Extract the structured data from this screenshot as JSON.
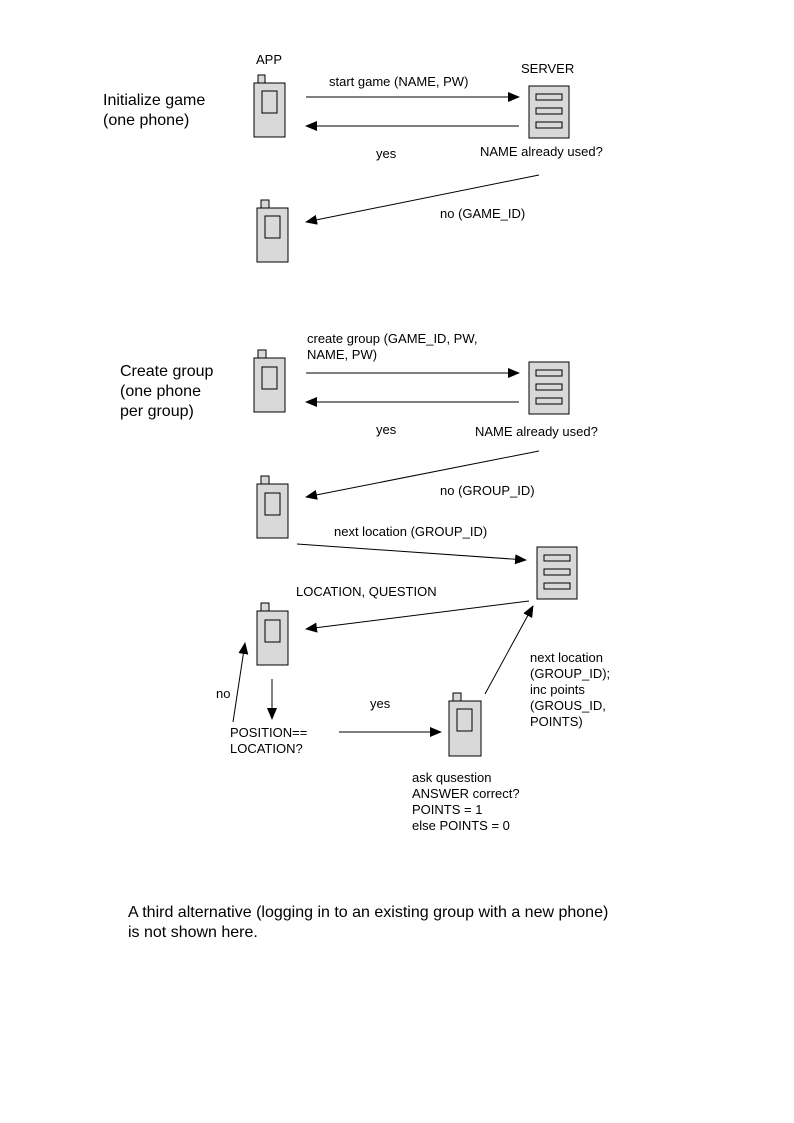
{
  "init": {
    "title": "Initialize game\n(one phone)",
    "app_label": "APP",
    "server_label": "SERVER",
    "start_msg": "start game (NAME, PW)",
    "yes": "yes",
    "name_used": "NAME already used?",
    "no_msg": "no (GAME_ID)"
  },
  "group": {
    "title": "Create group\n(one phone\nper group)",
    "create_msg": "create group (GAME_ID, PW,\nNAME, PW)",
    "yes": "yes",
    "name_used": "NAME already used?",
    "no_msg": "no (GROUP_ID)",
    "next_location": "next location (GROUP_ID)",
    "location_question": "LOCATION, QUESTION",
    "no": "no",
    "position_check": "POSITION==\nLOCATION?",
    "yes2": "yes",
    "next_inc": "next location\n(GROUP_ID);\ninc points\n(GROUS_ID,\nPOINTS)",
    "ask": "ask qusestion\nANSWER correct?\nPOINTS = 1\nelse POINTS = 0"
  },
  "footnote": "A third alternative (logging in to an existing group with a new phone)\n is not shown here.",
  "colors": {
    "device_fill": "#d9d9d9",
    "stroke": "#000000"
  }
}
